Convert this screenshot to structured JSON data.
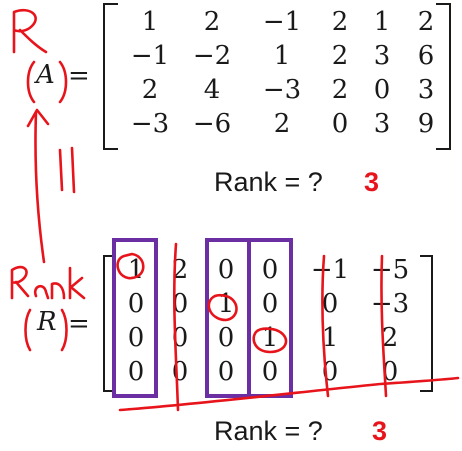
{
  "colors": {
    "ink": "#1a1a1a",
    "pen_red": "#e8141b",
    "box_purple": "#6b2fa3",
    "background": "#ffffff"
  },
  "matrix_a": {
    "label": "A",
    "equals": "=",
    "rows": [
      [
        "1",
        "2",
        "−1",
        "2",
        "1",
        "2"
      ],
      [
        "−1",
        "−2",
        "1",
        "2",
        "3",
        "6"
      ],
      [
        "2",
        "4",
        "−3",
        "2",
        "0",
        "3"
      ],
      [
        "−3",
        "−6",
        "2",
        "0",
        "3",
        "9"
      ]
    ]
  },
  "matrix_r": {
    "label": "R",
    "equals": "=",
    "rows": [
      [
        "1",
        "2",
        "0",
        "0",
        "−1",
        "−5"
      ],
      [
        "0",
        "0",
        "1",
        "0",
        "0",
        "−3"
      ],
      [
        "0",
        "0",
        "0",
        "1",
        "1",
        "2"
      ],
      [
        "0",
        "0",
        "0",
        "0",
        "0",
        "0"
      ]
    ]
  },
  "question_a": {
    "text": "Rank = ?",
    "answer": "3"
  },
  "question_r": {
    "text": "Rank = ?",
    "answer": "3"
  },
  "annotations": {
    "r_of_a": "R",
    "equal_sign": "||",
    "rank_word": "Rank"
  }
}
